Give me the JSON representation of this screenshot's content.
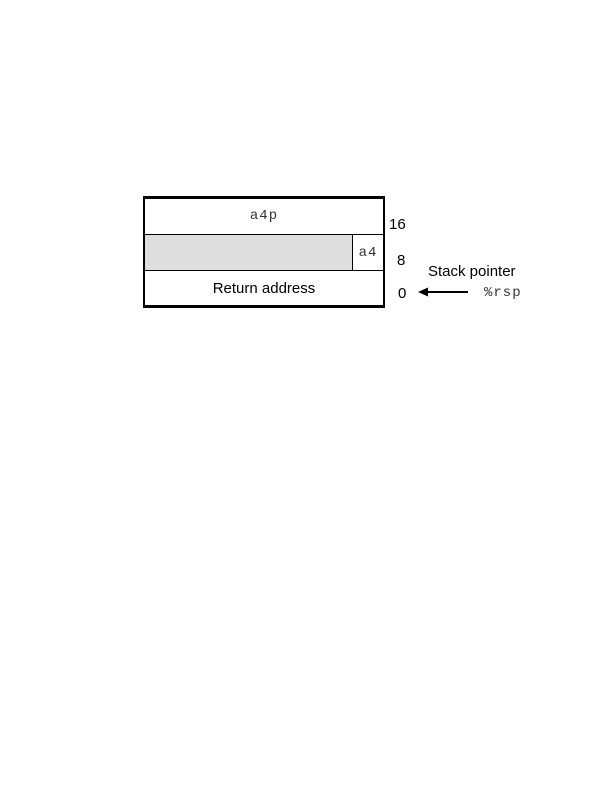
{
  "frame": {
    "cells": {
      "top_label": "a4p",
      "mid_label": "a4",
      "bottom_label": "Return address"
    },
    "offsets": {
      "top": "16",
      "mid": "8",
      "bottom": "0"
    }
  },
  "pointer": {
    "label": "Stack pointer",
    "register": "%rsp"
  },
  "colors": {
    "padding_fill": "#dedede",
    "border": "#000000"
  }
}
